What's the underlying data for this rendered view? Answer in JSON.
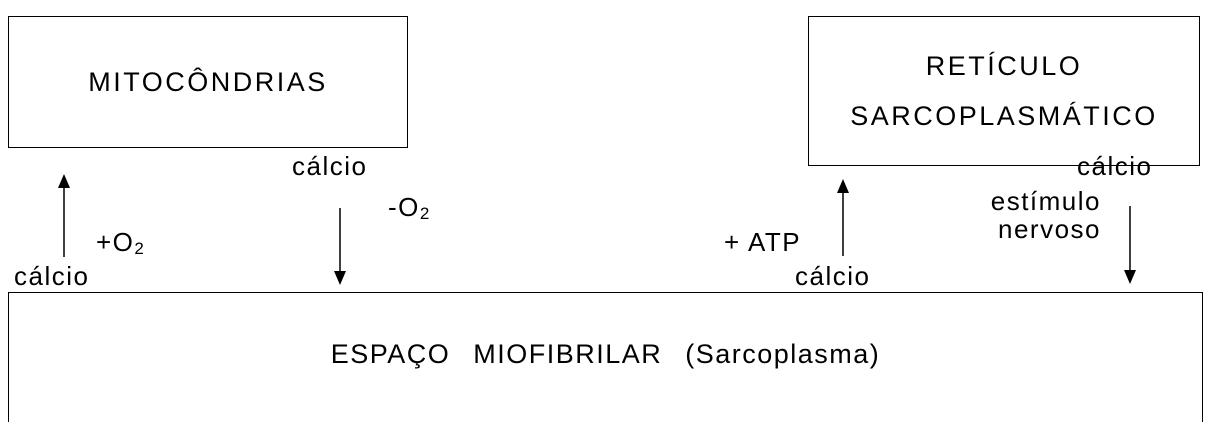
{
  "boxes": {
    "mitocondrias": "MITOCÔNDRIAS",
    "reticulo_line1": "RETÍCULO",
    "reticulo_line2": "SARCOPLASMÁTICO",
    "espaco": "ESPAÇO MIOFIBRILAR (Sarcoplasma)"
  },
  "labels": {
    "calcio_mito_in": "cálcio",
    "o2_plus_prefix": "+O",
    "o2_plus_sub": "2",
    "calcio_mito_out": "cálcio",
    "o2_minus_prefix": "-O",
    "o2_minus_sub": "2",
    "atp": "+ ATP",
    "calcio_ret_in": "cálcio",
    "calcio_ret_out": "cálcio",
    "estimulo_line1": "estímulo",
    "estimulo_line2": "nervoso"
  }
}
